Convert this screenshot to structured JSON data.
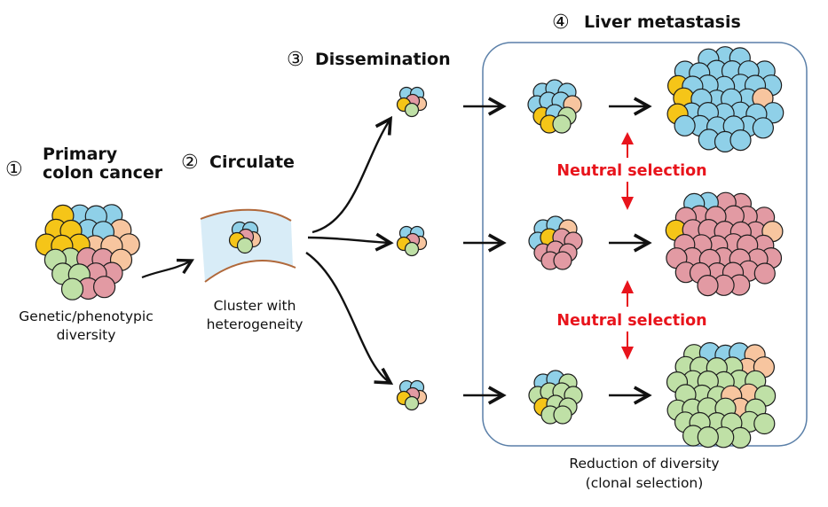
{
  "steps": [
    {
      "number": "①",
      "title_line1": "Primary",
      "title_line2": "colon cancer",
      "caption_line1": "Genetic/phenotypic",
      "caption_line2": "diversity"
    },
    {
      "number": "②",
      "title": "Circulate",
      "caption_line1": "Cluster with",
      "caption_line2": "heterogeneity"
    },
    {
      "number": "③",
      "title": "Dissemination"
    },
    {
      "number": "④",
      "title": "Liver metastasis",
      "caption_line1": "Reduction of diversity",
      "caption_line2": "(clonal selection)"
    }
  ],
  "selection_labels": [
    "Neutral selection",
    "Neutral selection"
  ],
  "colors": {
    "blue": "#8fd0e8",
    "orange": "#f7c59f",
    "yellow": "#f5c518",
    "green": "#bfe0a6",
    "pink": "#e29aa3",
    "vessel_fill": "#d8ecf7",
    "vessel_wall": "#b0683a",
    "box_border": "#5a7fa8",
    "selection_red": "#e8141c",
    "arrow": "#111111"
  },
  "metastasis_rows": [
    {
      "dominant_clone": "blue"
    },
    {
      "dominant_clone": "pink"
    },
    {
      "dominant_clone": "green"
    }
  ]
}
